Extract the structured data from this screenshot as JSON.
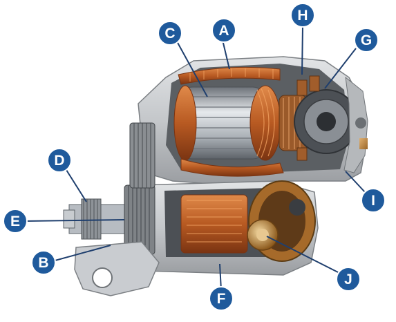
{
  "colors": {
    "callout_fill": "#1f5a9c",
    "callout_text": "#ffffff",
    "leader_line": "#1f3f6e",
    "housing": "#c9cbcd",
    "housing_dark": "#8e9194",
    "copper": "#c8692f",
    "copper_dark": "#8a3d18",
    "armature_steel": "#b7bcc2",
    "gear": "#7f8387"
  },
  "callouts": [
    {
      "id": "A",
      "label": "A"
    },
    {
      "id": "B",
      "label": "B"
    },
    {
      "id": "C",
      "label": "C"
    },
    {
      "id": "D",
      "label": "D"
    },
    {
      "id": "E",
      "label": "E"
    },
    {
      "id": "F",
      "label": "F"
    },
    {
      "id": "G",
      "label": "G"
    },
    {
      "id": "H",
      "label": "H"
    },
    {
      "id": "I",
      "label": "I"
    },
    {
      "id": "J",
      "label": "J"
    }
  ]
}
